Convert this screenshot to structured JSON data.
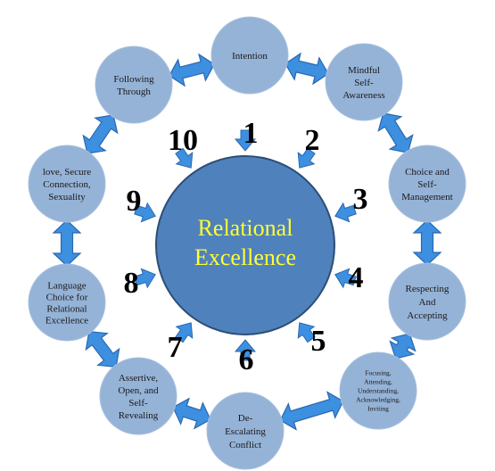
{
  "colors": {
    "node_fill": "#95b3d7",
    "node_edge": "#a7c0df",
    "arrow_fill": "#3d8fe0",
    "arrow_edge": "#2a68b1",
    "center_fill": "#4f81bd",
    "center_edge": "#2c4d75",
    "center_text": "#ffff33"
  },
  "center": {
    "lines": [
      "Relational",
      "Excellence"
    ]
  },
  "nodes": [
    {
      "id": "intention",
      "lines": [
        "Intention"
      ]
    },
    {
      "id": "mindful-self-awareness",
      "lines": [
        "Mindful",
        "Self-",
        "Awareness"
      ]
    },
    {
      "id": "choice-and-self-management",
      "lines": [
        "Choice and",
        "Self-",
        "Management"
      ]
    },
    {
      "id": "respecting-and-accepting",
      "lines": [
        "Respecting",
        "And",
        "Accepting"
      ]
    },
    {
      "id": "focusing-attending",
      "lines": [
        "Focusing,",
        "Attending,",
        "Understanding,",
        "Acknowledging,",
        "Inviting"
      ]
    },
    {
      "id": "de-escalating-conflict",
      "lines": [
        "De-",
        "Escalating",
        "Conflict"
      ]
    },
    {
      "id": "assertive-open-self-revealing",
      "lines": [
        "Assertive,",
        "Open, and",
        "Self-",
        "Revealing"
      ]
    },
    {
      "id": "language-choice",
      "lines": [
        "Language",
        "Choice for",
        "Relational",
        "Excellence"
      ]
    },
    {
      "id": "love-secure-connection",
      "lines": [
        "love, Secure",
        "Connection,",
        "Sexuality"
      ]
    },
    {
      "id": "following-through",
      "lines": [
        "Following",
        "Through"
      ]
    }
  ],
  "numbers": [
    "1",
    "2",
    "3",
    "4",
    "5",
    "6",
    "7",
    "8",
    "9",
    "10"
  ]
}
